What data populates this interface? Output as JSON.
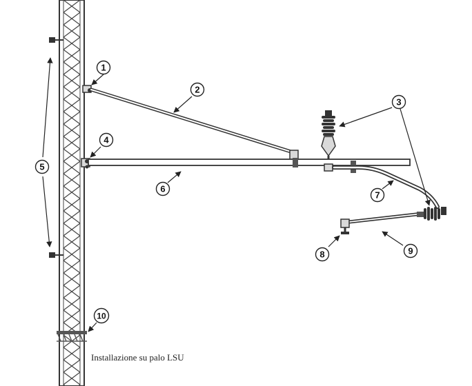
{
  "caption": "Installazione su palo LSU",
  "callouts": [
    {
      "id": "c1",
      "label": "1"
    },
    {
      "id": "c2",
      "label": "2"
    },
    {
      "id": "c3",
      "label": "3"
    },
    {
      "id": "c4",
      "label": "4"
    },
    {
      "id": "c5",
      "label": "5"
    },
    {
      "id": "c6",
      "label": "6"
    },
    {
      "id": "c7",
      "label": "7"
    },
    {
      "id": "c8",
      "label": "8"
    },
    {
      "id": "c9",
      "label": "9"
    },
    {
      "id": "c10",
      "label": "10"
    }
  ],
  "colors": {
    "line": "#333333",
    "fill_light": "#d9d9d9",
    "fill_dark": "#555555",
    "background": "#ffffff"
  }
}
